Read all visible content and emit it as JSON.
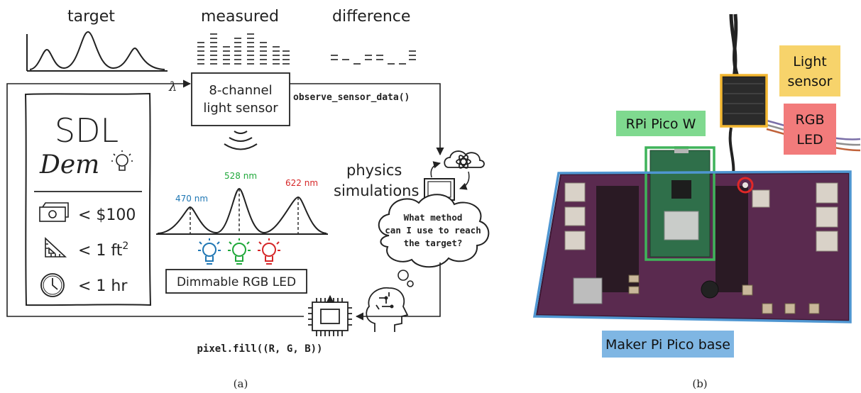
{
  "panel_a": {
    "target_label": "target",
    "lambda_symbol": "λ",
    "measured_label": "measured",
    "difference_label": "difference",
    "sensor_box_line1": "8-channel",
    "sensor_box_line2": "light sensor",
    "observe_call": "observe_sensor_data()",
    "physics_line1": "physics",
    "physics_line2": "simulations",
    "thought_line1": "What method",
    "thought_line2": "can I use to reach",
    "thought_line3": "the target?",
    "led_box_label": "Dimmable RGB LED",
    "pixel_fill_call": "pixel.fill((R, G, B))",
    "peaks": [
      {
        "label": "470 nm",
        "color": "#1f77b4"
      },
      {
        "label": "528 nm",
        "color": "#1fa83a"
      },
      {
        "label": "622 nm",
        "color": "#d62728"
      }
    ],
    "card": {
      "title_line1": "SDL",
      "title_line2": "Dem",
      "cost": "< $100",
      "area": "< 1 ft",
      "area_sup": "2",
      "time": "< 1 hr"
    },
    "caption": "(a)"
  },
  "panel_b": {
    "label_pico": "RPi Pico W",
    "label_sensor_line1": "Light",
    "label_sensor_line2": "sensor",
    "label_led_line1": "RGB",
    "label_led_line2": "LED",
    "label_base": "Maker Pi Pico base",
    "colors": {
      "pico": "#7fd98f",
      "sensor": "#f7d36b",
      "led": "#f27b7b",
      "base": "#7fb6e3"
    },
    "caption": "(b)"
  }
}
